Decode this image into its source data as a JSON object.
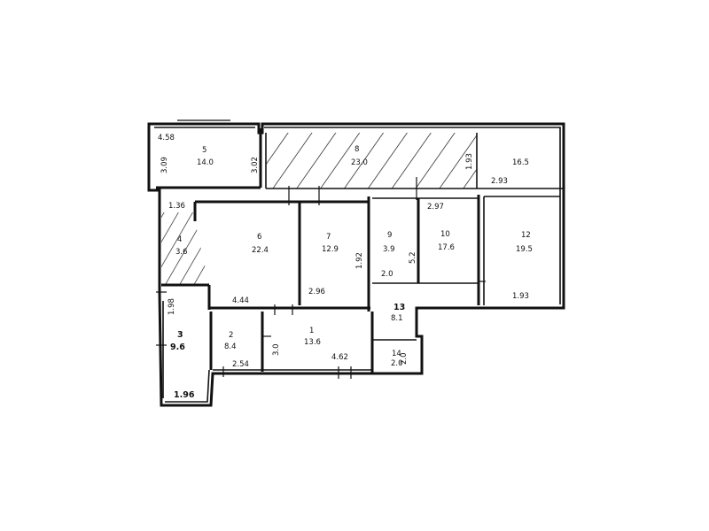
{
  "plan": {
    "rooms": [
      {
        "number": "5",
        "area": "14.0"
      },
      {
        "number": "8",
        "area": "23.0"
      },
      {
        "number": "",
        "area": "16.5"
      },
      {
        "number": "4",
        "area": "3.6"
      },
      {
        "number": "6",
        "area": "22.4"
      },
      {
        "number": "7",
        "area": "12.9"
      },
      {
        "number": "9",
        "area": "3.9"
      },
      {
        "number": "10",
        "area": "17.6"
      },
      {
        "number": "12",
        "area": "19.5"
      },
      {
        "number": "13",
        "area": "8.1"
      },
      {
        "number": "3",
        "area": "9.6"
      },
      {
        "number": "2",
        "area": "8.4"
      },
      {
        "number": "1",
        "area": "13.6"
      },
      {
        "number": "14",
        "area": "2.0"
      }
    ],
    "dimensions": [
      "4.58",
      "3.09",
      "3.02",
      "1.36",
      "4.44",
      "2.96",
      "2.0",
      "2.97",
      "2.93",
      "1.93",
      "1.98",
      "2.54",
      "4.62",
      "1.96",
      "3.0",
      "1.92",
      "1.93",
      "2.0",
      "5.2"
    ]
  }
}
